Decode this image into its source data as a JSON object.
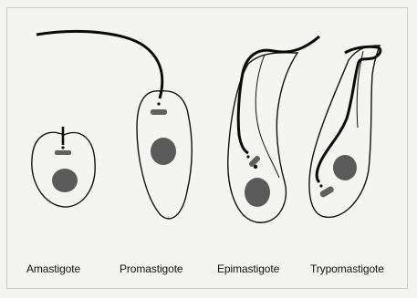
{
  "stages": [
    {
      "id": "amastigote",
      "label": "Amastigote"
    },
    {
      "id": "promastigote",
      "label": "Promastigote"
    },
    {
      "id": "epimastigote",
      "label": "Epimastigote"
    },
    {
      "id": "trypomastigote",
      "label": "Trypomastigote"
    }
  ],
  "colors": {
    "background": "#f4f4f2",
    "outline": "#111111",
    "nucleus": "#5a5a5a",
    "flagellum": "#0a0a0a"
  }
}
